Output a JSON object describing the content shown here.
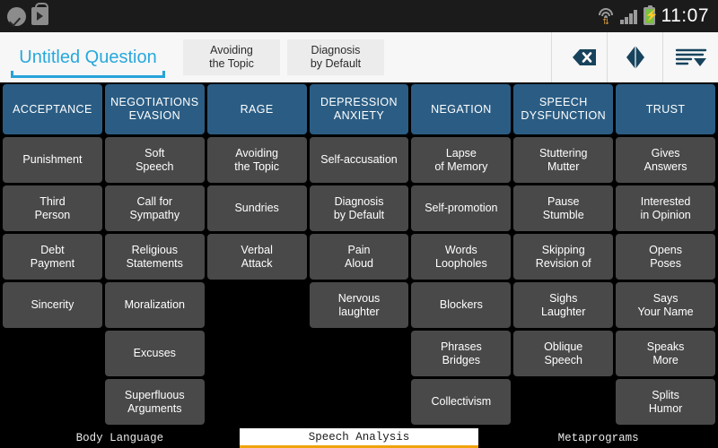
{
  "statusbar": {
    "time": "11:07",
    "icons": [
      "check-circle-icon",
      "play-store-bag-icon",
      "wifi-icon",
      "cellular-signal-icon",
      "battery-charging-icon"
    ]
  },
  "toolbar": {
    "title": "Untitled Question",
    "chips": [
      {
        "line1": "Avoiding",
        "line2": "the Topic"
      },
      {
        "line1": "Diagnosis",
        "line2": "by Default"
      }
    ],
    "buttons": [
      {
        "name": "backspace-delete-button"
      },
      {
        "name": "mirror-diamond-button"
      },
      {
        "name": "sort-list-button"
      }
    ]
  },
  "colors": {
    "header_cell": "#2b5d84",
    "data_cell": "#494949",
    "title_accent": "#27a8dd",
    "tab_accent": "#f0a30a",
    "status_bar": "#1b1b1b",
    "toolbar_bg": "#f7f7f7"
  },
  "grid": {
    "headers": [
      {
        "line1": "ACCEPTANCE",
        "line2": ""
      },
      {
        "line1": "NEGOTIATIONS",
        "line2": "EVASION"
      },
      {
        "line1": "RAGE",
        "line2": ""
      },
      {
        "line1": "DEPRESSION",
        "line2": "ANXIETY"
      },
      {
        "line1": "NEGATION",
        "line2": ""
      },
      {
        "line1": "SPEECH",
        "line2": "DYSFUNCTION"
      },
      {
        "line1": "TRUST",
        "line2": ""
      }
    ],
    "rows": [
      [
        {
          "line1": "Punishment",
          "line2": ""
        },
        {
          "line1": "Soft",
          "line2": "Speech"
        },
        {
          "line1": "Avoiding",
          "line2": "the Topic"
        },
        {
          "line1": "Self-accusation",
          "line2": ""
        },
        {
          "line1": "Lapse",
          "line2": "of Memory"
        },
        {
          "line1": "Stuttering",
          "line2": "Mutter"
        },
        {
          "line1": "Gives",
          "line2": "Answers"
        }
      ],
      [
        {
          "line1": "Third",
          "line2": "Person"
        },
        {
          "line1": "Call for",
          "line2": "Sympathy"
        },
        {
          "line1": "Sundries",
          "line2": ""
        },
        {
          "line1": "Diagnosis",
          "line2": "by Default"
        },
        {
          "line1": "Self-promotion",
          "line2": ""
        },
        {
          "line1": "Pause",
          "line2": "Stumble"
        },
        {
          "line1": "Interested",
          "line2": "in Opinion"
        }
      ],
      [
        {
          "line1": "Debt",
          "line2": "Payment"
        },
        {
          "line1": "Religious",
          "line2": "Statements"
        },
        {
          "line1": "Verbal",
          "line2": "Attack"
        },
        {
          "line1": "Pain",
          "line2": "Aloud"
        },
        {
          "line1": "Words",
          "line2": "Loopholes"
        },
        {
          "line1": "Skipping",
          "line2": "Revision of"
        },
        {
          "line1": "Opens",
          "line2": "Poses"
        }
      ],
      [
        {
          "line1": "Sincerity",
          "line2": ""
        },
        {
          "line1": "Moralization",
          "line2": ""
        },
        {
          "line1": "",
          "line2": ""
        },
        {
          "line1": "Nervous",
          "line2": "laughter"
        },
        {
          "line1": "Blockers",
          "line2": ""
        },
        {
          "line1": "Sighs",
          "line2": "Laughter"
        },
        {
          "line1": "Says",
          "line2": "Your Name"
        }
      ],
      [
        {
          "line1": "",
          "line2": ""
        },
        {
          "line1": "Excuses",
          "line2": ""
        },
        {
          "line1": "",
          "line2": ""
        },
        {
          "line1": "",
          "line2": ""
        },
        {
          "line1": "Phrases",
          "line2": "Bridges"
        },
        {
          "line1": "Oblique",
          "line2": "Speech"
        },
        {
          "line1": "Speaks",
          "line2": "More"
        }
      ],
      [
        {
          "line1": "",
          "line2": ""
        },
        {
          "line1": "Superfluous",
          "line2": "Arguments"
        },
        {
          "line1": "",
          "line2": ""
        },
        {
          "line1": "",
          "line2": ""
        },
        {
          "line1": "Collectivism",
          "line2": ""
        },
        {
          "line1": "",
          "line2": ""
        },
        {
          "line1": "Splits",
          "line2": "Humor"
        }
      ]
    ]
  },
  "tabs": [
    {
      "label": "Body Language",
      "active": false
    },
    {
      "label": "Speech Analysis",
      "active": true
    },
    {
      "label": "Metaprograms",
      "active": false
    }
  ]
}
